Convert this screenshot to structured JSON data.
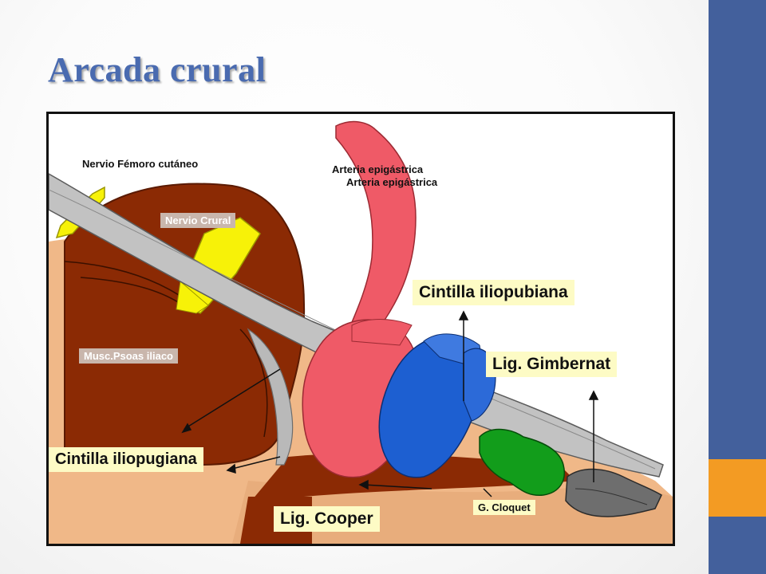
{
  "slide": {
    "title": "Arcada crural",
    "accent_colors": {
      "sidebar": "#43609c",
      "accent_block": "#f39b23",
      "title": "#4a6bb0"
    }
  },
  "diagram": {
    "labels": {
      "nervio_femoro_cutaneo": "Nervio Fémoro cutáneo",
      "arteria_epigastrica_1": "Arteria epigástrica",
      "arteria_epigastrica_2": "Arteria epigástrica",
      "nervio_crural": "Nervio Crural",
      "cintilla_iliopubiana": "Cintilla iliopubiana",
      "lig_gimbernat": "Lig. Gimbernat",
      "musc_psoas_iliaco": "Musc.Psoas iliaco",
      "cintilla_iliopugiana": "Cintilla iliopugiana",
      "lig_cooper": "Lig. Cooper",
      "g_cloquet": "G. Cloquet"
    },
    "colors": {
      "muscle": "#8b2a04",
      "skin": "#f0b888",
      "nerve": "#f7f208",
      "artery": "#ef5a67",
      "vein": "#1d5fd1",
      "ligament": "#b9b9b9",
      "lymph_node": "#129d1b",
      "label_bg": "#fdfbc5"
    }
  }
}
